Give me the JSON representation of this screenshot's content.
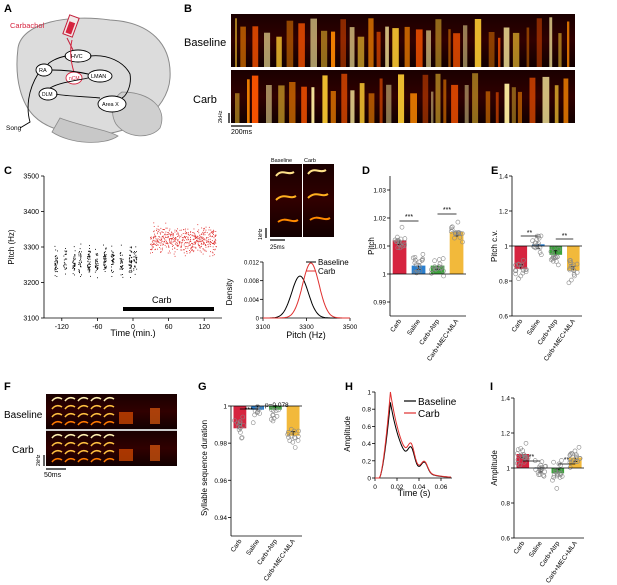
{
  "panels": {
    "A": {
      "letter": "A",
      "drug_label": "Carbachol",
      "regions": [
        "HVC",
        "RA",
        "LMAN",
        "DLM",
        "Area X",
        "nCM"
      ],
      "song_label": "Song"
    },
    "B": {
      "letter": "B",
      "rows": [
        "Baseline",
        "Carb"
      ],
      "freq_scale": "2kHz",
      "time_scale": "200ms"
    },
    "C": {
      "letter": "C",
      "ylabel": "Pitch (Hz)",
      "xlabel": "Time (min.)",
      "yticks": [
        "3500",
        "3400",
        "3300",
        "3200",
        "3100"
      ],
      "xticks": [
        "-120",
        "-60",
        "0",
        "60",
        "120"
      ],
      "bar_label": "Carb",
      "inset_labels": [
        "Baseline",
        "Carb"
      ],
      "inset_freq": "1kHz",
      "inset_time": "25ms",
      "density": {
        "ylabel": "Density",
        "xlabel": "Pitch (Hz)",
        "yticks": [
          "0.012",
          "0.008",
          "0.004",
          "0"
        ],
        "xticks": [
          "3100",
          "3300",
          "3500"
        ],
        "legend": [
          "Baseline",
          "Carb"
        ]
      }
    },
    "D": {
      "letter": "D",
      "ylabel": "Pitch",
      "yticks": [
        "1.03",
        "1.02",
        "1.01",
        "1",
        "0.99"
      ],
      "ylim": [
        0.985,
        1.035
      ],
      "bars": [
        {
          "label": "Carb",
          "value": 1.012,
          "color": "#d6243f"
        },
        {
          "label": "Saline",
          "value": 1.003,
          "color": "#2a7fcf"
        },
        {
          "label": "Carb+Atrp",
          "value": 1.003,
          "color": "#3ca33c"
        },
        {
          "label": "Carb+MEC+MLA",
          "value": 1.015,
          "color": "#f2b93b"
        }
      ],
      "stars": [
        "***",
        "***"
      ]
    },
    "E": {
      "letter": "E",
      "ylabel": "Pitch c.v.",
      "yticks": [
        "1.4",
        "1.2",
        "1",
        "0.8",
        "0.6"
      ],
      "ylim": [
        0.6,
        1.4
      ],
      "bars": [
        {
          "label": "Carb",
          "value": 0.87,
          "color": "#d6243f"
        },
        {
          "label": "Saline",
          "value": 1.01,
          "color": "#2a7fcf"
        },
        {
          "label": "Carb+Atrp",
          "value": 0.95,
          "color": "#3ca33c"
        },
        {
          "label": "Carb+MEC+MLA",
          "value": 0.86,
          "color": "#f2b93b"
        }
      ],
      "stars": [
        "**",
        "**"
      ]
    },
    "F": {
      "letter": "F",
      "rows": [
        "Baseline",
        "Carb"
      ],
      "freq_scale": "2kHz",
      "time_scale": "50ms"
    },
    "G": {
      "letter": "G",
      "ylabel": "Syllable sequence duration",
      "yticks": [
        "1",
        "0.98",
        "0.96",
        "0.94"
      ],
      "ylim": [
        0.93,
        1.0
      ],
      "bars": [
        {
          "label": "Carb",
          "value": 0.988,
          "color": "#d6243f"
        },
        {
          "label": "Saline",
          "value": 0.998,
          "color": "#2a7fcf"
        },
        {
          "label": "Carb+Atrp",
          "value": 0.998,
          "color": "#3ca33c"
        },
        {
          "label": "Carb+MEC+MLA",
          "value": 0.984,
          "color": "#f2b93b"
        }
      ],
      "stars": [
        "***"
      ],
      "pvalue": "p=0.078"
    },
    "H": {
      "letter": "H",
      "ylabel": "Amplitude",
      "xlabel": "Time (s)",
      "yticks": [
        "1",
        "0.8",
        "0.6",
        "0.4",
        "0.2",
        "0"
      ],
      "xticks": [
        "0",
        "0.02",
        "0.04",
        "0.06"
      ],
      "legend": [
        "Baseline",
        "Carb"
      ]
    },
    "I": {
      "letter": "I",
      "ylabel": "Amplitude",
      "yticks": [
        "1.4",
        "1.2",
        "1",
        "0.8",
        "0.6"
      ],
      "ylim": [
        0.6,
        1.4
      ],
      "bars": [
        {
          "label": "Carb",
          "value": 1.08,
          "color": "#d6243f"
        },
        {
          "label": "Saline",
          "value": 1.0,
          "color": "#2a7fcf"
        },
        {
          "label": "Carb+Atrp",
          "value": 0.97,
          "color": "#3ca33c"
        },
        {
          "label": "Carb+MEC+MLA",
          "value": 1.06,
          "color": "#f2b93b"
        }
      ],
      "stars": [
        "**",
        "**"
      ]
    }
  },
  "chart_data": [
    {
      "type": "scatter",
      "ylabel": "Pitch (Hz)",
      "xlabel": "Time (min.)",
      "xlim": [
        -150,
        150
      ],
      "ylim": [
        3100,
        3500
      ],
      "series": [
        {
          "name": "Baseline",
          "color": "#000000",
          "x_range": [
            -135,
            5
          ],
          "y_mean": 3260,
          "y_spread": 45
        },
        {
          "name": "Carb",
          "color": "#e0302f",
          "x_range": [
            28,
            140
          ],
          "y_mean": 3320,
          "y_spread": 45
        }
      ]
    },
    {
      "type": "line",
      "ylabel": "Density",
      "xlabel": "Pitch (Hz)",
      "xlim": [
        3100,
        3500
      ],
      "ylim": [
        0,
        0.012
      ],
      "series": [
        {
          "name": "Baseline",
          "color": "#000000",
          "mean": 3270,
          "peak": 0.009
        },
        {
          "name": "Carb",
          "color": "#e0302f",
          "mean": 3320,
          "peak": 0.0118
        }
      ]
    },
    {
      "type": "line",
      "ylabel": "Amplitude",
      "xlabel": "Time (s)",
      "xlim": [
        0,
        0.07
      ],
      "ylim": [
        0,
        1
      ],
      "series": [
        {
          "name": "Baseline",
          "color": "#000000",
          "peak": 0.88
        },
        {
          "name": "Carb",
          "color": "#e0302f",
          "peak": 1.0
        }
      ]
    }
  ]
}
